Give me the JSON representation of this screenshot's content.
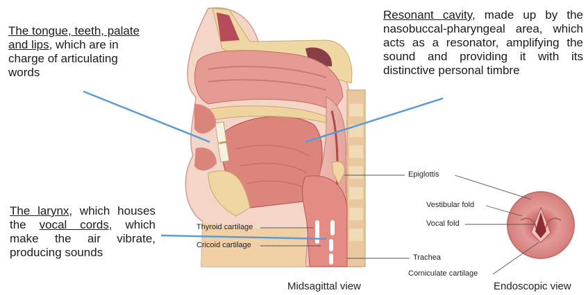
{
  "annotations": {
    "articulators": {
      "underlined": "The tongue, teeth, palate and lips",
      "rest": ", which are in charge of articulating words"
    },
    "resonant_cavity": {
      "underlined": "Resonant cavity",
      "rest": ", made up by the nasobuccal-pharyngeal area, which acts as a resonator, amplifying the sound and providing it with its distinctive personal timbre"
    },
    "larynx": {
      "underlined_1": "The larynx",
      "mid": ", which houses the ",
      "underlined_2": "vocal cords",
      "rest": ", which make the air vibrate, producing sounds"
    }
  },
  "labels": {
    "epiglottis": "Epiglottis",
    "vestibular_fold": "Vestibular fold",
    "vocal_fold": "Vocal fold",
    "trachea": "Trachea",
    "corniculate_cartilage": "Corniculate cartilage",
    "thyroid_cartilage": "Thyroid cartilage",
    "cricoid_cartilage": "Cricoid cartilage"
  },
  "views": {
    "midsagittal": "Midsagittal view",
    "endoscopic": "Endoscopic view"
  },
  "colors": {
    "pointer_line": "#5b9bd5",
    "tissue_pink": "#e8a49c",
    "tissue_dark": "#c96a62",
    "bone": "#f1dcae",
    "background": "#ffffff"
  }
}
